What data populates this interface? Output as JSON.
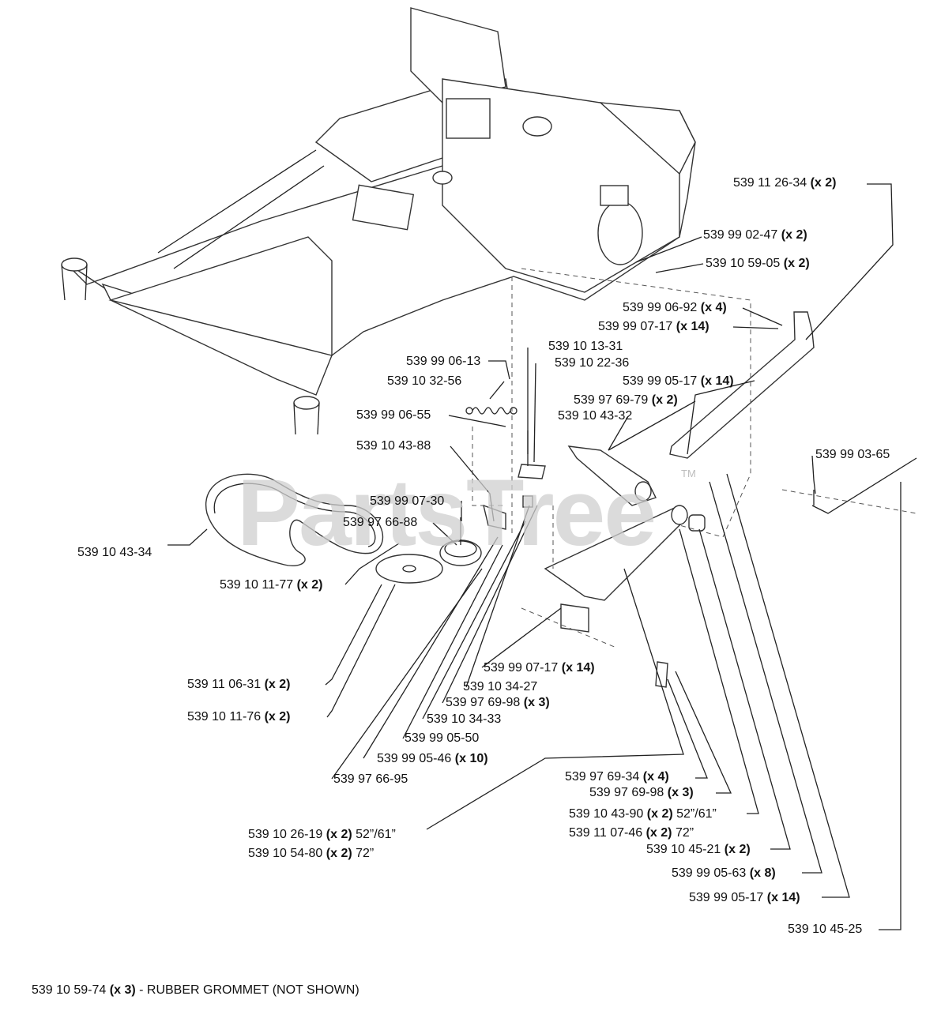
{
  "watermark": "PartsTree",
  "trademark": "TM",
  "labels": [
    {
      "id": "l1",
      "num": "539 11 26-34",
      "qty": "(x 2)",
      "suf": ""
    },
    {
      "id": "l2",
      "num": "539 99 02-47",
      "qty": "(x 2)",
      "suf": ""
    },
    {
      "id": "l3",
      "num": "539 10 59-05",
      "qty": "(x 2)",
      "suf": ""
    },
    {
      "id": "l4",
      "num": "539 99 06-92",
      "qty": "(x 4)",
      "suf": ""
    },
    {
      "id": "l5",
      "num": "539 99 07-17",
      "qty": "(x 14)",
      "suf": ""
    },
    {
      "id": "l6",
      "num": "539 10 13-31",
      "qty": "",
      "suf": ""
    },
    {
      "id": "l7",
      "num": "539 99 06-13",
      "qty": "",
      "suf": ""
    },
    {
      "id": "l8",
      "num": "539 10 22-36",
      "qty": "",
      "suf": ""
    },
    {
      "id": "l9",
      "num": "539 10 32-56",
      "qty": "",
      "suf": ""
    },
    {
      "id": "l10",
      "num": "539 99 05-17",
      "qty": "(x 14)",
      "suf": ""
    },
    {
      "id": "l11",
      "num": "539 97 69-79",
      "qty": "(x 2)",
      "suf": ""
    },
    {
      "id": "l12",
      "num": "539 10 43-32",
      "qty": "",
      "suf": ""
    },
    {
      "id": "l13",
      "num": "539 99 06-55",
      "qty": "",
      "suf": ""
    },
    {
      "id": "l14",
      "num": "539 10 43-88",
      "qty": "",
      "suf": ""
    },
    {
      "id": "l15",
      "num": "539 99 03-65",
      "qty": "",
      "suf": ""
    },
    {
      "id": "l16",
      "num": "539 99 07-30",
      "qty": "",
      "suf": ""
    },
    {
      "id": "l17",
      "num": "539 97 66-88",
      "qty": "",
      "suf": ""
    },
    {
      "id": "l18",
      "num": "539 10 43-34",
      "qty": "",
      "suf": ""
    },
    {
      "id": "l19",
      "num": "539 10 11-77",
      "qty": "(x 2)",
      "suf": ""
    },
    {
      "id": "l20",
      "num": "539 99 07-17",
      "qty": "(x 14)",
      "suf": ""
    },
    {
      "id": "l21",
      "num": "539 10 34-27",
      "qty": "",
      "suf": ""
    },
    {
      "id": "l22",
      "num": "539 11 06-31",
      "qty": "(x 2)",
      "suf": ""
    },
    {
      "id": "l23",
      "num": "539 97 69-98",
      "qty": "(x 3)",
      "suf": ""
    },
    {
      "id": "l24",
      "num": "539 10 11-76",
      "qty": "(x 2)",
      "suf": ""
    },
    {
      "id": "l25",
      "num": "539 10 34-33",
      "qty": "",
      "suf": ""
    },
    {
      "id": "l26",
      "num": "539 99 05-50",
      "qty": "",
      "suf": ""
    },
    {
      "id": "l27",
      "num": "539 99 05-46",
      "qty": "(x 10)",
      "suf": ""
    },
    {
      "id": "l28",
      "num": "539 97 66-95",
      "qty": "",
      "suf": ""
    },
    {
      "id": "l29",
      "num": "539 97 69-34",
      "qty": "(x 4)",
      "suf": ""
    },
    {
      "id": "l30",
      "num": "539 97 69-98",
      "qty": "(x 3)",
      "suf": ""
    },
    {
      "id": "l31",
      "num": "539 10 43-90",
      "qty": "(x 2)",
      "suf": "52”/61”"
    },
    {
      "id": "l32",
      "num": "539 10 26-19",
      "qty": "(x 2)",
      "suf": "52”/61”"
    },
    {
      "id": "l33",
      "num": "539 11 07-46",
      "qty": "(x 2)",
      "suf": "72”"
    },
    {
      "id": "l34",
      "num": "539 10 54-80",
      "qty": "(x 2)",
      "suf": "72”"
    },
    {
      "id": "l35",
      "num": "539 10 45-21",
      "qty": "(x 2)",
      "suf": ""
    },
    {
      "id": "l36",
      "num": "539 99 05-63",
      "qty": "(x 8)",
      "suf": ""
    },
    {
      "id": "l37",
      "num": "539 99 05-17",
      "qty": "(x 14)",
      "suf": ""
    },
    {
      "id": "l38",
      "num": "539 10 45-25",
      "qty": "",
      "suf": ""
    }
  ],
  "footnote": {
    "num": "539 10 59-74",
    "qty": "(x 3)",
    "text": "- RUBBER GROMMET (NOT SHOWN)"
  }
}
